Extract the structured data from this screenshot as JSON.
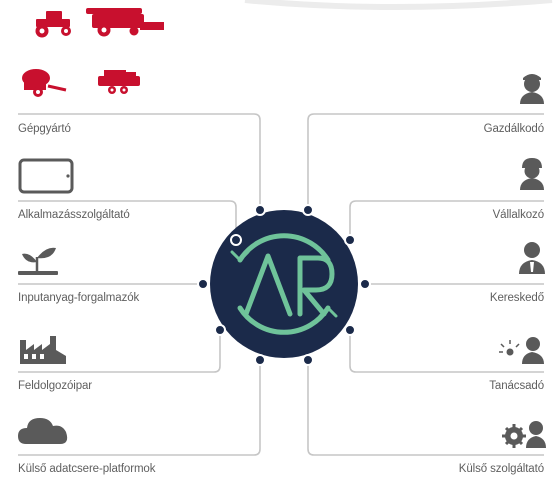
{
  "left_stakeholders": [
    {
      "label": "Gépgyártó",
      "icon": "machinery-icon"
    },
    {
      "label": "Alkalmazásszolgáltató",
      "icon": "tablet-icon"
    },
    {
      "label": "Inputanyag-forgalmazók",
      "icon": "seedling-icon"
    },
    {
      "label": "Feldolgozóipar",
      "icon": "factory-icon"
    },
    {
      "label": "Külső adatcsere-platformok",
      "icon": "cloud-icon"
    }
  ],
  "right_stakeholders": [
    {
      "label": "Gazdálkodó",
      "icon": "farmer-icon"
    },
    {
      "label": "Vállalkozó",
      "icon": "contractor-icon"
    },
    {
      "label": "Kereskedő",
      "icon": "trader-icon"
    },
    {
      "label": "Tanácsadó",
      "icon": "advisor-icon"
    },
    {
      "label": "Külső szolgáltató",
      "icon": "service-provider-icon"
    }
  ],
  "hub": {
    "logo_text": "AR",
    "icon": "agrirouter-logo-icon"
  },
  "colors": {
    "machinery_red": "#c8102e",
    "icon_gray": "#5a5a5a",
    "hub_navy": "#1b2a4a",
    "logo_green": "#6fc39a",
    "line_gray": "#c6c6c6",
    "text_gray": "#5f5f5f"
  }
}
